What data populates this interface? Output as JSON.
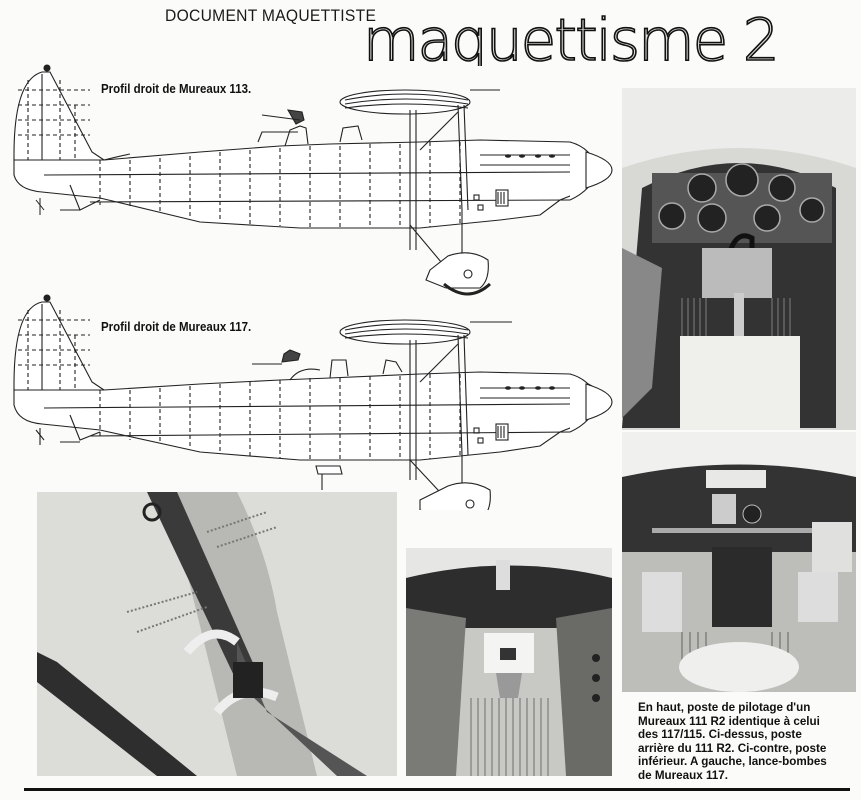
{
  "header": {
    "section_label": "DOCUMENT MAQUETTISTE",
    "magazine_logo": "maquettisme 2"
  },
  "profiles": [
    {
      "label": "Profil droit de Mureaux 113.",
      "aircraft": "Mureaux 113",
      "view": "right side profile"
    },
    {
      "label": "Profil droit de Mureaux 117.",
      "aircraft": "Mureaux 117",
      "view": "right side profile"
    }
  ],
  "photos": [
    {
      "id": "cockpit-pilot",
      "description": "Poste de pilotage d'un Mureaux 111 R2 (instrument panel, control stick, seat)"
    },
    {
      "id": "cockpit-rear",
      "description": "Poste arrière du 111 R2"
    },
    {
      "id": "bomb-rack",
      "description": "Lance-bombes de Mureaux 117"
    },
    {
      "id": "lower-station",
      "description": "Poste inférieur"
    }
  ],
  "caption": {
    "lines": [
      "En haut, poste de pilotage d'un",
      "Mureaux 111 R2 identique à celui",
      "des 117/115. Ci-dessus, poste",
      "arrière du 111 R2. Ci-contre, poste",
      "inférieur. A gauche, lance-bombes",
      "de Mureaux 117."
    ]
  }
}
